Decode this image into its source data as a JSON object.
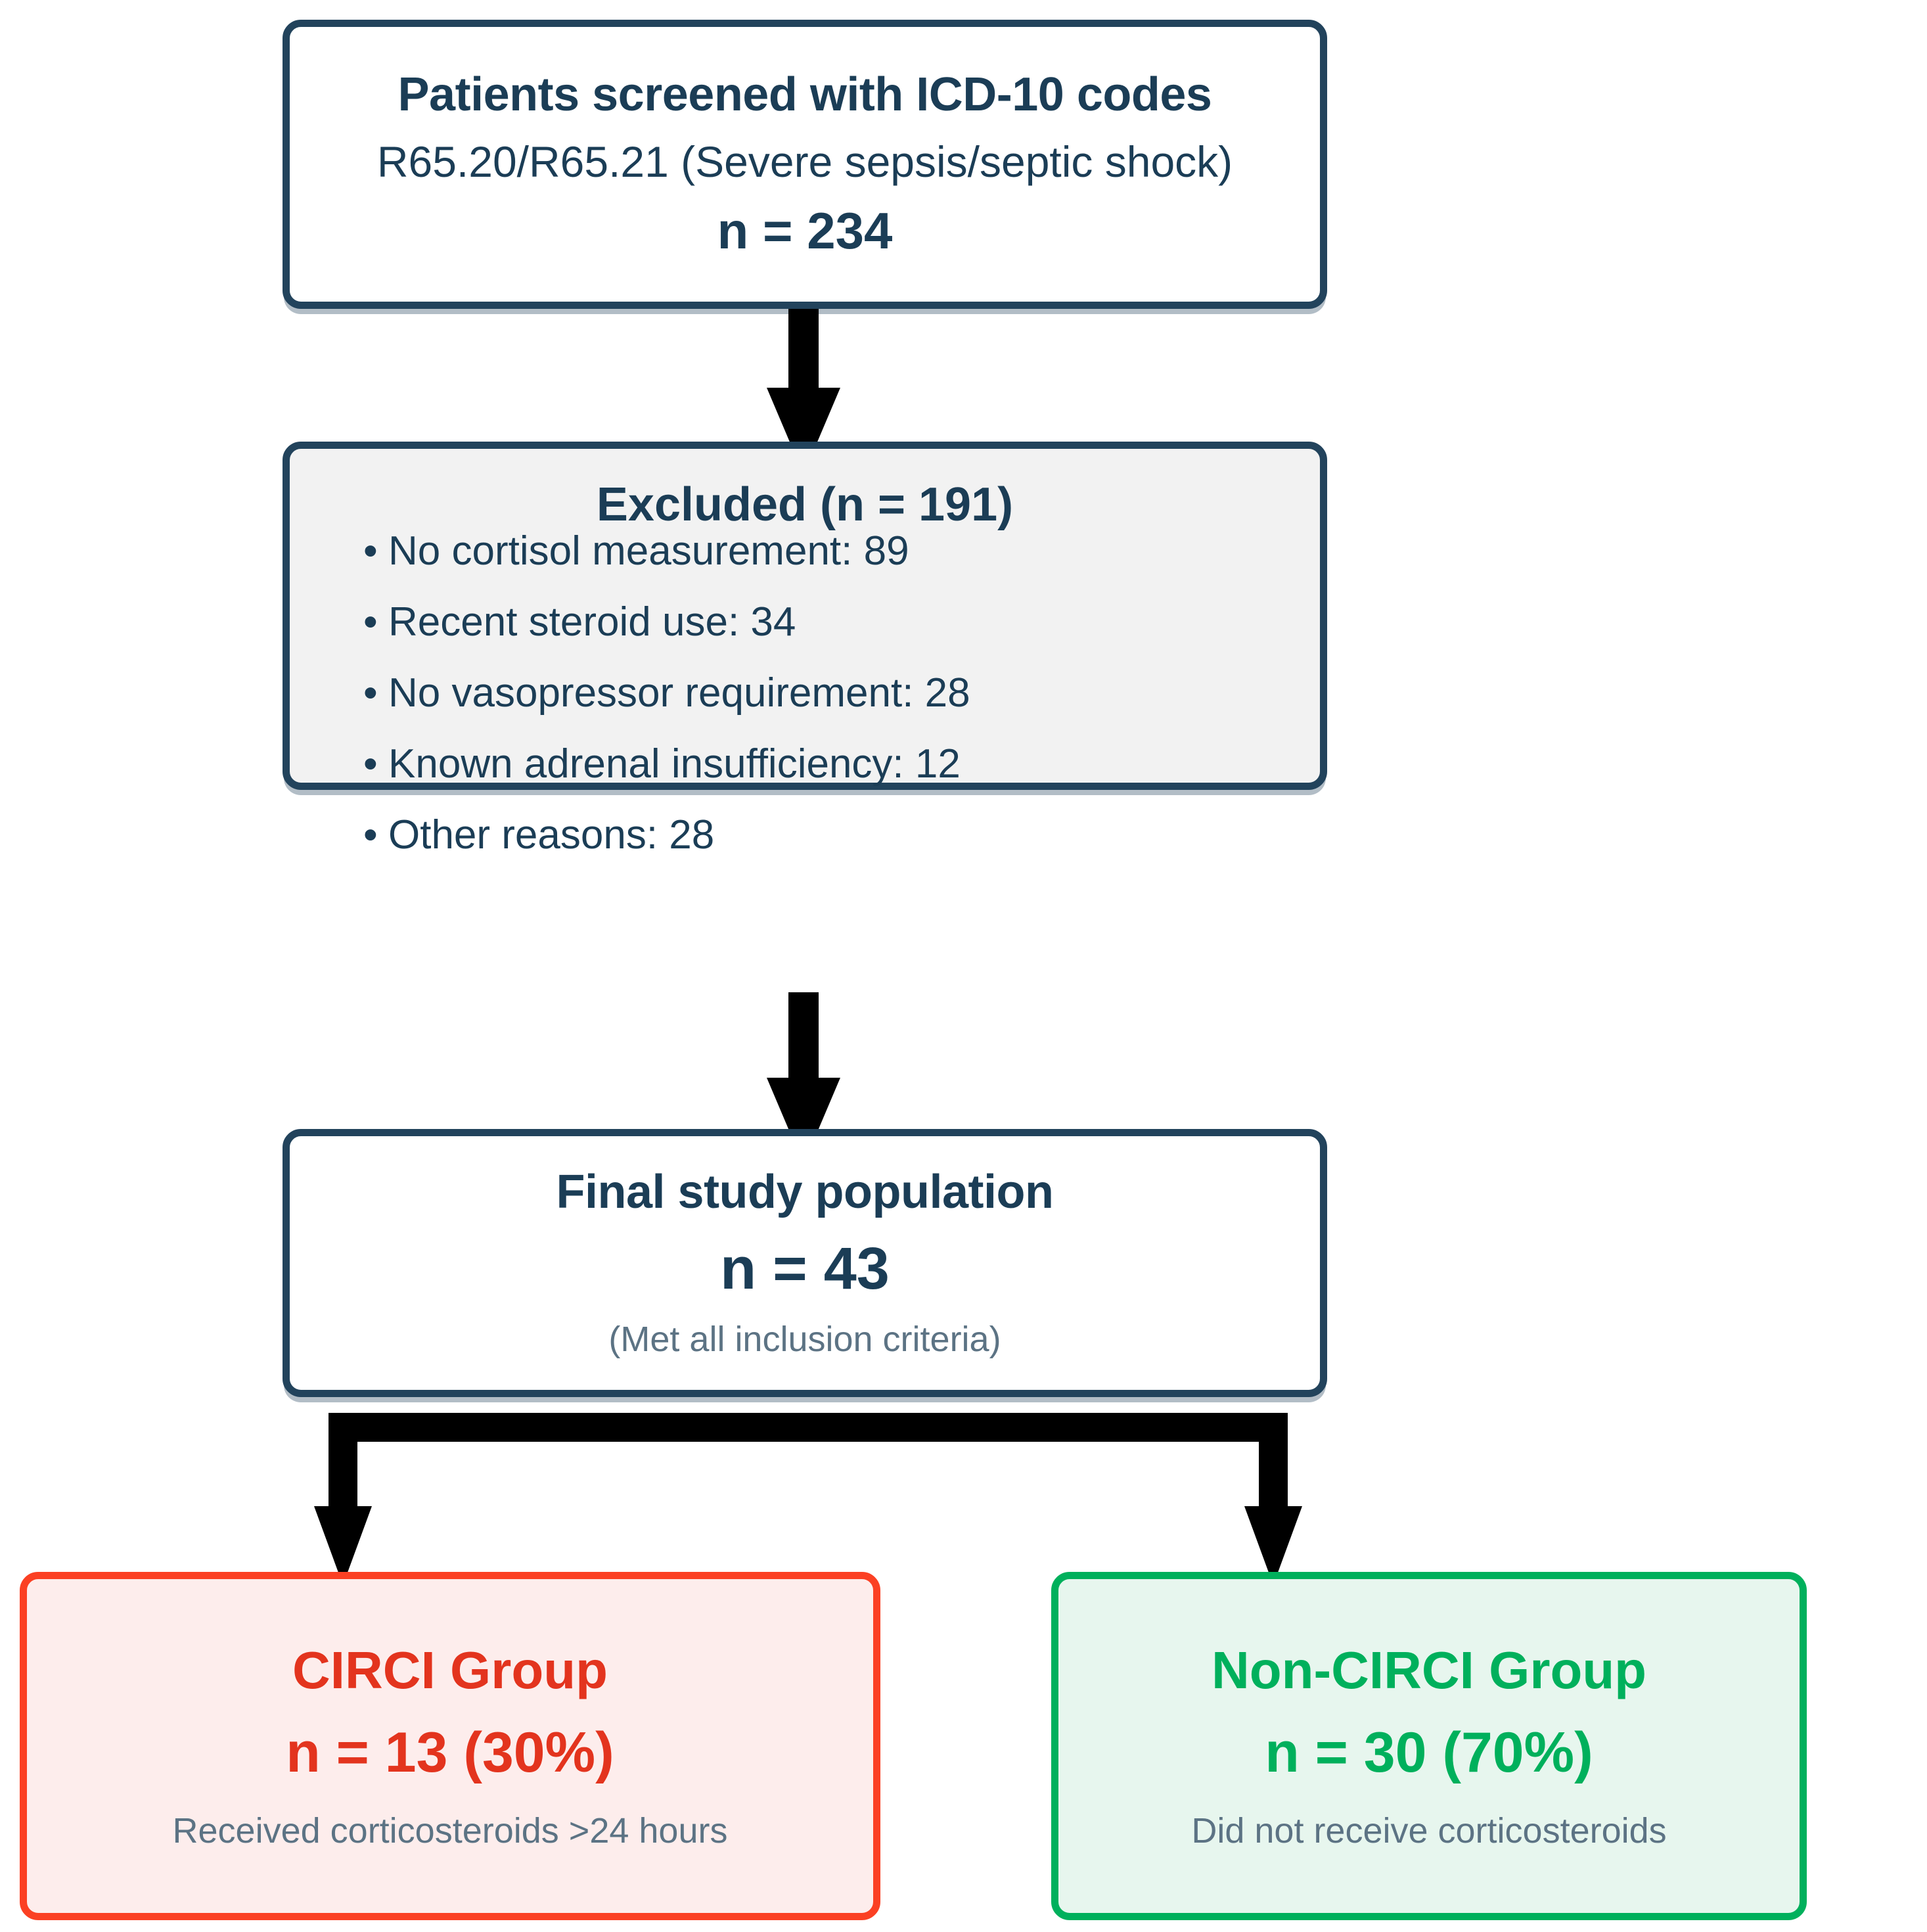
{
  "diagram": {
    "type": "flowchart",
    "title": "Patient screening and group allocation flow"
  },
  "nodes": {
    "screened": {
      "title": "Patients screened with ICD-10 codes",
      "subtitle": "R65.20/R65.21 (Severe sepsis/septic shock)",
      "count_label": "n = 234",
      "count": 234
    },
    "excluded": {
      "heading": "Excluded (n = 191)",
      "total": 191,
      "reasons": [
        {
          "bullet": "•",
          "label": "No cortisol measurement: 89",
          "name": "No cortisol measurement",
          "value": 89
        },
        {
          "bullet": "•",
          "label": "Recent steroid use: 34",
          "name": "Recent steroid use",
          "value": 34
        },
        {
          "bullet": "•",
          "label": "No vasopressor requirement: 28",
          "name": "No vasopressor requirement",
          "value": 28
        },
        {
          "bullet": "•",
          "label": "Known adrenal insufficiency: 12",
          "name": "Known adrenal insufficiency",
          "value": 12
        },
        {
          "bullet": "•",
          "label": "Other reasons: 28",
          "name": "Other reasons",
          "value": 28
        }
      ]
    },
    "final_population": {
      "title": "Final study population",
      "count_label": "n = 43",
      "count": 43,
      "note": "(Met all inclusion criteria)"
    },
    "circi": {
      "title": "CIRCI Group",
      "count_label": "n = 13 (30%)",
      "count": 13,
      "percent": 30,
      "note": "Received corticosteroids >24 hours"
    },
    "non_circi": {
      "title": "Non-CIRCI Group",
      "count_label": "n = 30 (70%)",
      "count": 30,
      "percent": 70,
      "note": "Did not receive corticosteroids"
    }
  },
  "colors": {
    "node_border_dark": "#22435C",
    "node_text_dark": "#1B3D56",
    "node_shaded_fill": "#F2F2F2",
    "note_text": "#5C7384",
    "circi_border": "#FB4023",
    "circi_fill": "#FDEDEC",
    "circi_text": "#E3341E",
    "non_circi_border": "#00B05C",
    "non_circi_fill": "#E7F6EE",
    "non_circi_text": "#00B05C",
    "connector": "#000000"
  }
}
